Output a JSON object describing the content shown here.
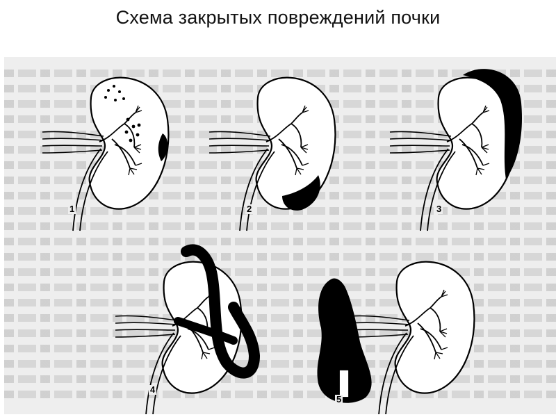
{
  "title": "Схема закрытых повреждений почки",
  "figures": [
    {
      "label": "1"
    },
    {
      "label": "2"
    },
    {
      "label": "3"
    },
    {
      "label": "4"
    },
    {
      "label": "5"
    }
  ],
  "colors": {
    "background": "#ffffff",
    "figure_background": "#eeeeee",
    "ink": "#000000"
  }
}
